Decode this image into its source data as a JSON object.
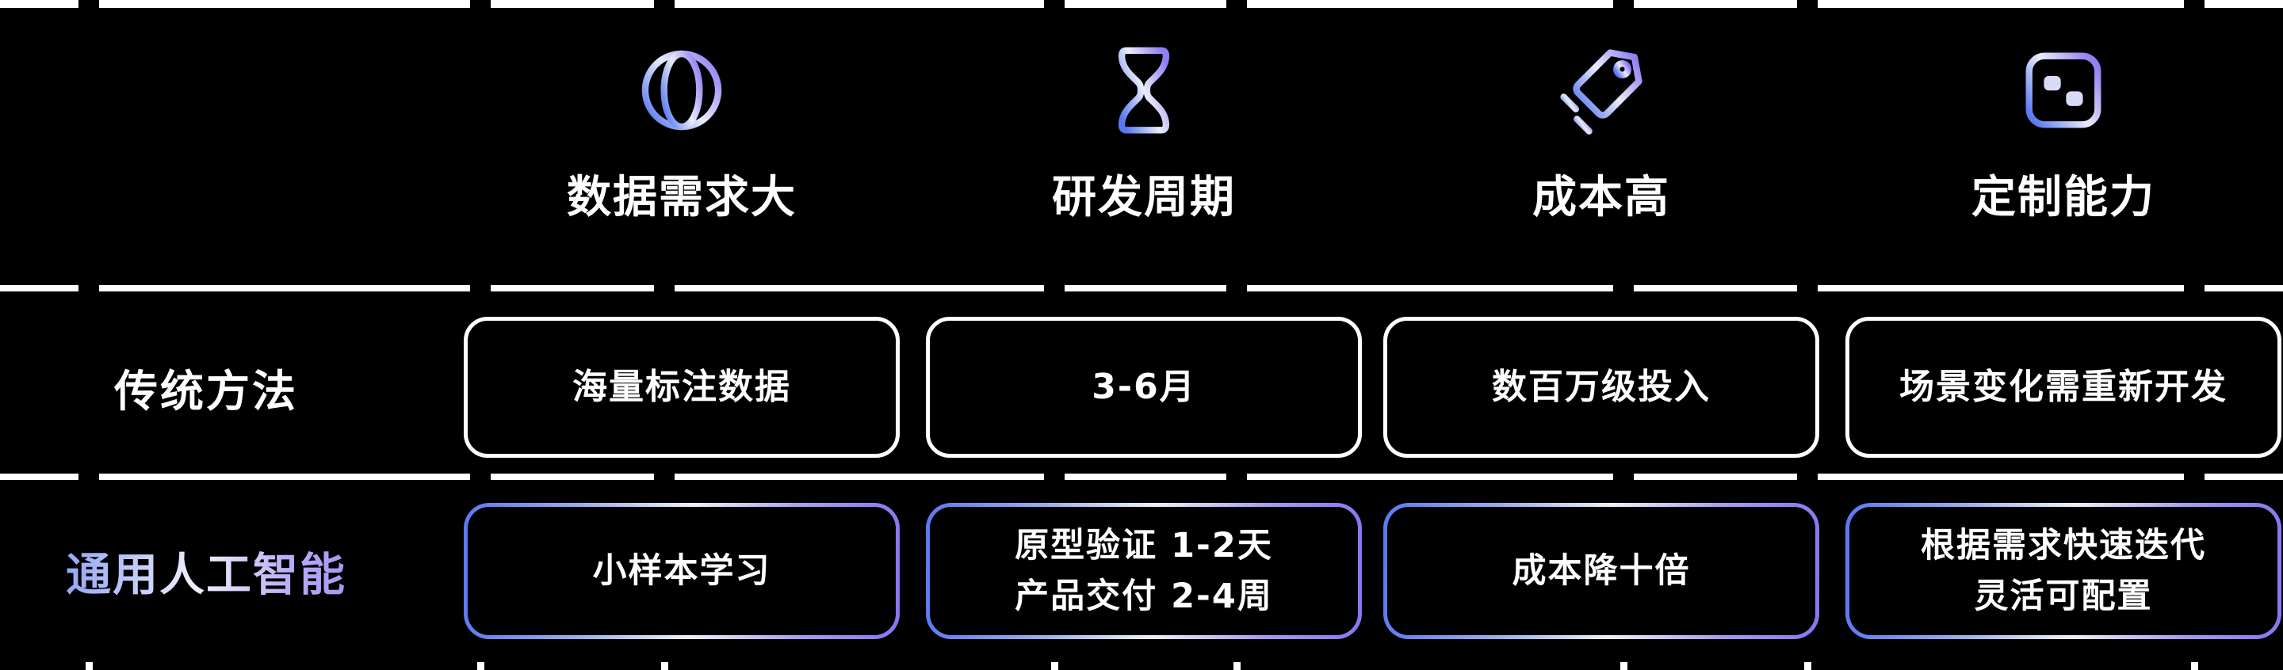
{
  "page": {
    "background": "#000000"
  },
  "palette": {
    "accent_blue": "#5a79f0",
    "accent_purple": "#8f7ff4",
    "accent_light": "#eef0f8",
    "text": "#ffffff"
  },
  "table": {
    "columns": [
      {
        "icon": "globe-icon",
        "label": "数据需求大"
      },
      {
        "icon": "hourglass-icon",
        "label": "研发周期"
      },
      {
        "icon": "price-tag-icon",
        "label": "成本高"
      },
      {
        "icon": "sliders-icon",
        "label": "定制能力"
      }
    ],
    "rows": [
      {
        "label": "传统方法",
        "cells": [
          {
            "lines": [
              "海量标注数据"
            ]
          },
          {
            "lines": [
              "3-6月"
            ]
          },
          {
            "lines": [
              "数百万级投入"
            ]
          },
          {
            "lines": [
              "场景变化需重新开发"
            ]
          }
        ]
      },
      {
        "label": "通用人工智能",
        "cells": [
          {
            "lines": [
              "小样本学习"
            ]
          },
          {
            "lines": [
              "原型验证 1-2天",
              "产品交付 2-4周"
            ]
          },
          {
            "lines": [
              "成本降十倍"
            ]
          },
          {
            "lines": [
              "根据需求快速迭代",
              "灵活可配置"
            ]
          }
        ]
      }
    ]
  }
}
